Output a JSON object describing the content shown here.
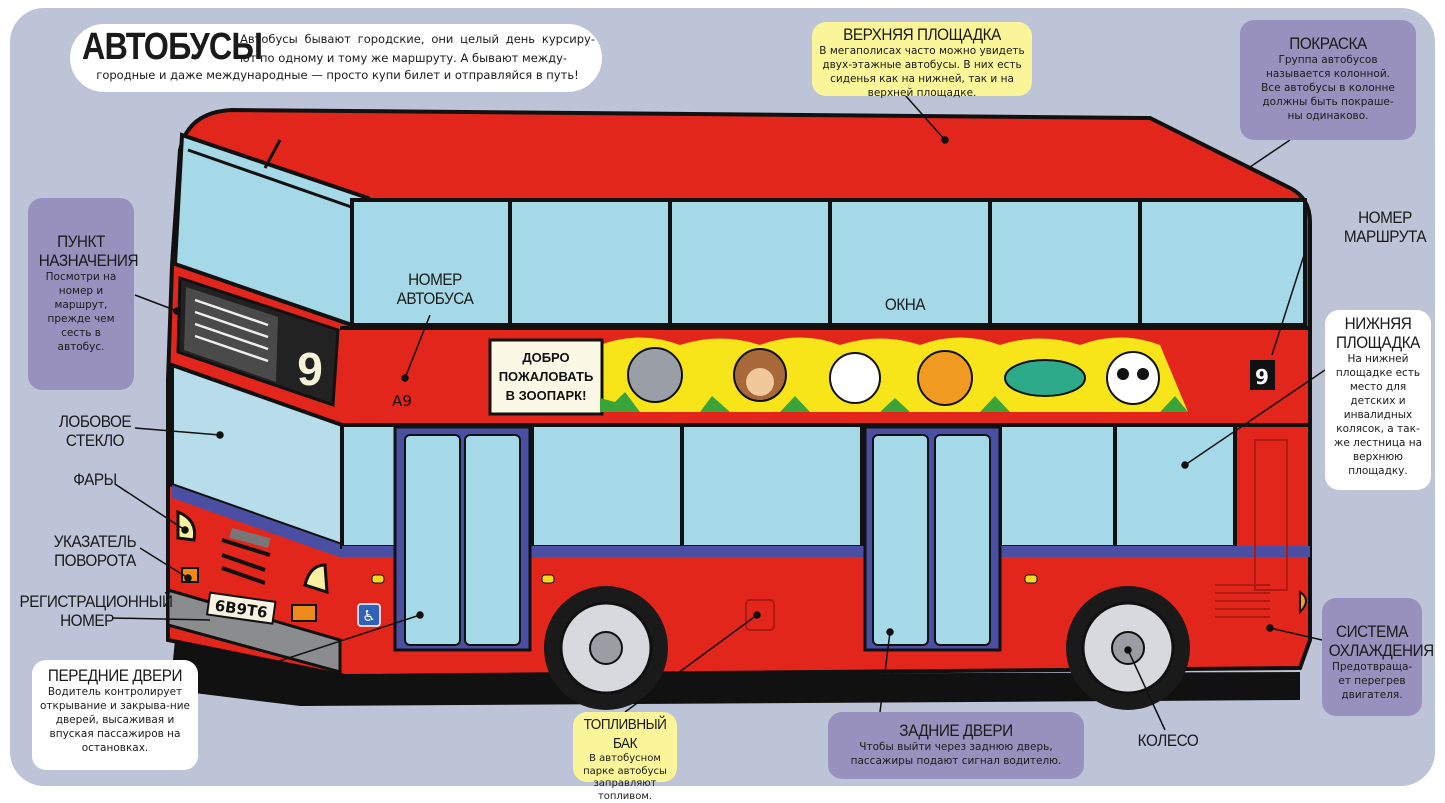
{
  "header": {
    "title": "АВТОБУСЫ",
    "intro_line1": "Автобусы бывают городские, они целый день курсиру- ют по одному и тому же маршруту. А бывают между-",
    "intro_line2": "городные и даже международные — просто купи билет и отправляйся в путь!"
  },
  "callouts": {
    "upper_deck": {
      "title": "ВЕРХНЯЯ ПЛОЩАДКА",
      "text": "В мегаполисах часто можно увидеть двух-этажные автобусы. В них есть сиденья как на нижней, так и на верхней площадке."
    },
    "paint": {
      "title": "ПОКРАСКА",
      "text": "Группа автобусов называется колонной. Все автобусы в колонне должны быть покраше-ны одинаково."
    },
    "destination": {
      "title": "ПУНКТ НАЗНАЧЕНИЯ",
      "text": "Посмотри на номер и маршрут, прежде чем сесть в автобус."
    },
    "route_number": {
      "title": "НОМЕР МАРШРУТА"
    },
    "lower_deck": {
      "title": "НИЖНЯЯ ПЛОЩАДКА",
      "text": "На нижней площадке есть место для детских и инвалидных колясок, а так-же лестница на верхнюю площадку."
    },
    "cooling": {
      "title": "СИСТЕМА ОХЛАЖДЕНИЯ",
      "text": "Предотвраща-ет перегрев двигателя."
    },
    "windshield": {
      "title": "ЛОБОВОЕ СТЕКЛО"
    },
    "headlights": {
      "title": "ФАРЫ"
    },
    "turn_signal": {
      "title": "УКАЗАТЕЛЬ ПОВОРОТА"
    },
    "plate": {
      "title": "РЕГИСТРАЦИОННЫЙ НОМЕР"
    },
    "front_doors": {
      "title": "ПЕРЕДНИЕ ДВЕРИ",
      "text": "Водитель контролирует открывание и закрыва-ние дверей, высаживая и впуская пассажиров на остановках."
    },
    "fuel_tank": {
      "title": "ТОПЛИВНЫЙ БАК",
      "text": "В автобусном парке автобусы заправляют топливом."
    },
    "rear_doors": {
      "title": "ЗАДНИЕ ДВЕРИ",
      "text": "Чтобы выйти через заднюю дверь, пассажиры подают сигнал водителю."
    },
    "wheel": {
      "title": "КОЛЕСО"
    },
    "bus_number": {
      "title": "НОМЕР АВТОБУСА"
    },
    "windows": {
      "title": "ОКНА"
    }
  },
  "bus": {
    "route_number": "9",
    "side_route_number": "9",
    "fleet_number": "А9",
    "plate": "6B9T6",
    "banner": "ДОБРО ПОЖАЛОВАТЬ В ЗООПАРК!",
    "colors": {
      "body": "#e3261b",
      "glass": "#a6d9e8",
      "stripe": "#4b4fa3",
      "background": "#bec4d8"
    }
  }
}
